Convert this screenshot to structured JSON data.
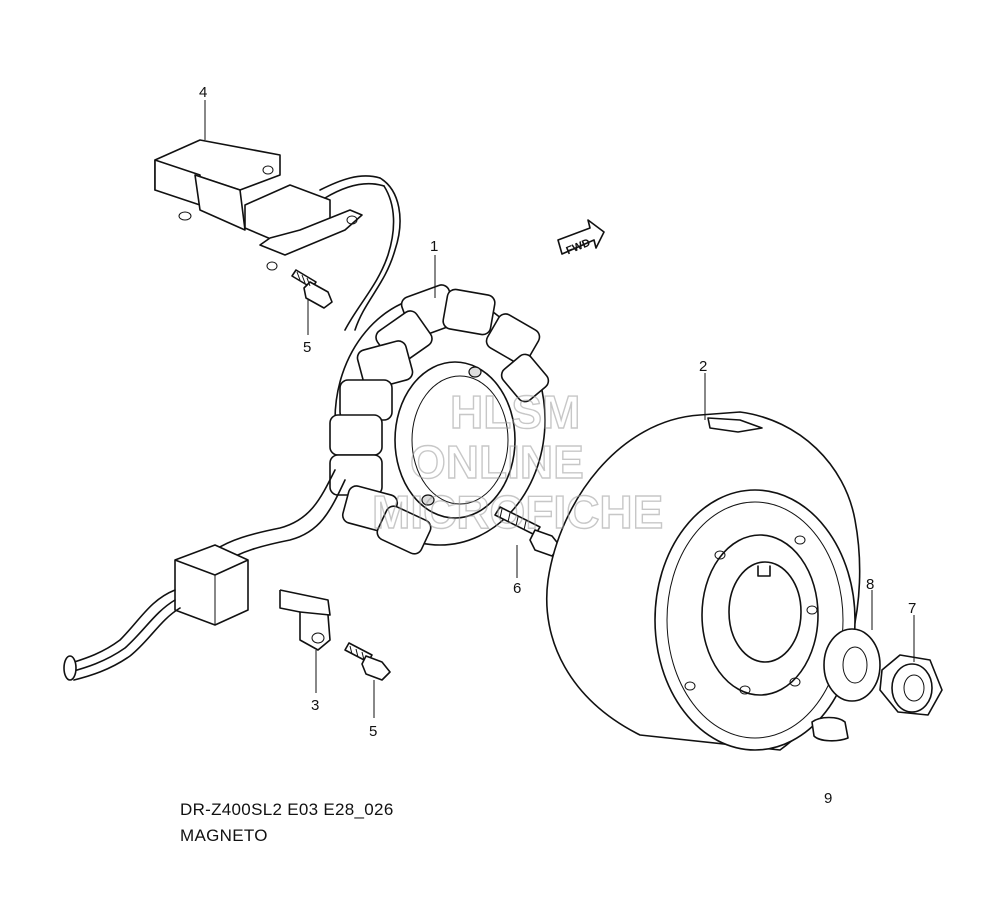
{
  "diagram": {
    "callouts": [
      "1",
      "2",
      "3",
      "4",
      "5",
      "5",
      "6",
      "7",
      "8",
      "9"
    ],
    "fwd_label": "FWD",
    "watermark": [
      "HLSM",
      "ONLINE",
      "MICROFICHE"
    ]
  },
  "caption": {
    "model_code": "DR-Z400SL2 E03 E28_026",
    "section_title": "MAGNETO"
  }
}
